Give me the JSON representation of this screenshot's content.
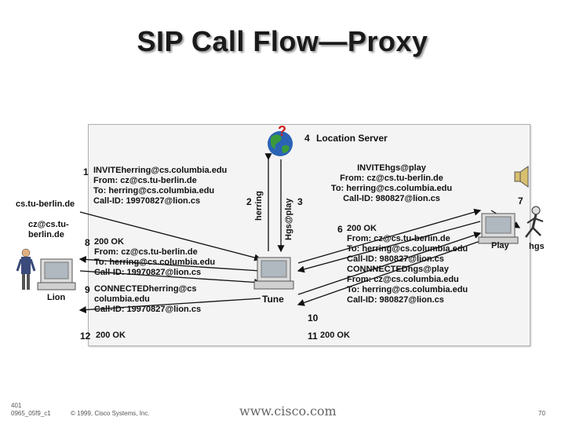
{
  "title": "SIP Call Flow—Proxy",
  "location_server": {
    "label": "Location Server",
    "step": "4",
    "question_mark": "?"
  },
  "left_host": {
    "domain": "cs.tu-berlin.de",
    "user_line1": "cz@cs.tu-",
    "user_line2": "berlin.de",
    "machine": "Lion"
  },
  "proxy": {
    "machine": "Tune",
    "label_herring": "herring",
    "label_hgs": "Hgs@play"
  },
  "right_host": {
    "machine": "Play",
    "user": "hgs"
  },
  "steps": {
    "s1": {
      "num": "1",
      "lines": [
        "INVITEherring@cs.columbia.edu",
        "From: cz@cs.tu-berlin.de",
        "To: herring@cs.columbia.edu",
        "Call-ID: 19970827@lion.cs"
      ]
    },
    "s2": {
      "num": "2"
    },
    "s3": {
      "num": "3"
    },
    "s5": {
      "lines": [
        "INVITEhgs@play",
        "From: cz@cs.tu-berlin.de",
        "To: herring@cs.columbia.edu",
        "Call-ID: 980827@lion.cs"
      ]
    },
    "s6": {
      "num": "6",
      "lines": [
        "200 OK",
        "From: cz@cs.tu-berlin.de",
        "To: herring@cs.columbia.edu",
        "Call-ID: 980827@lion.cs",
        "CONNNECTEDhgs@play",
        "From: cz@cs.columbia.edu",
        "To: herring@cs.columbia.edu",
        "Call-ID: 980827@lion.cs"
      ]
    },
    "s7": {
      "num": "7"
    },
    "s8": {
      "num": "8",
      "lines": [
        "200 OK",
        "From: cz@cs.tu-berlin.de",
        "To: herring@cs.columbia.edu",
        "Call-ID: 19970827@lion.cs"
      ]
    },
    "s9": {
      "num": "9",
      "lines": [
        "CONNECTEDherring@cs",
        "columbia.edu",
        "Call-ID: 19970827@lion.cs"
      ]
    },
    "s10": {
      "num": "10"
    },
    "s11": {
      "num": "11",
      "text": "200 OK"
    },
    "s12": {
      "num": "12",
      "text": "200 OK"
    }
  },
  "footer": {
    "code1": "401",
    "code2": "0965_05f9_c1",
    "copyright": "© 1999, Cisco Systems, Inc.",
    "url": "www.cisco.com",
    "page": "70"
  }
}
